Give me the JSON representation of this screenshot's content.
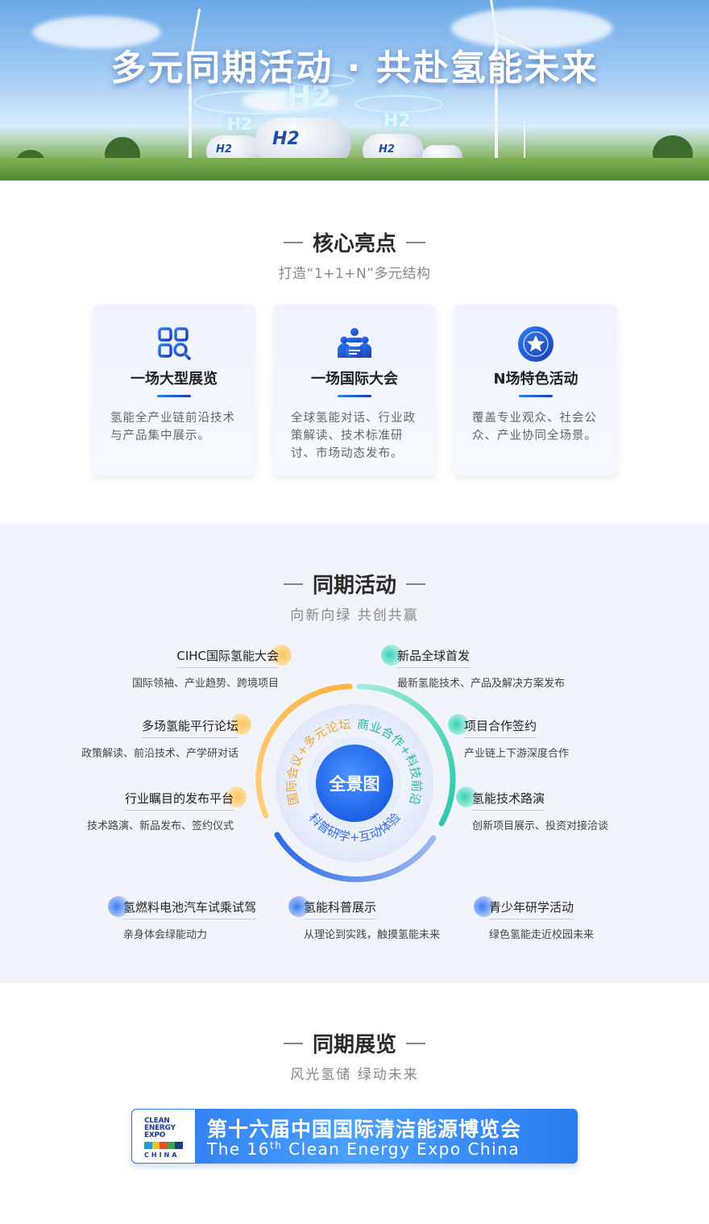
{
  "hero": {
    "title": "多元同期活动 · 共赴氢能未来",
    "h2_labels": [
      "H2",
      "H2",
      "H2",
      "H2",
      "H2",
      "H2"
    ]
  },
  "highlights": {
    "title": "核心亮点",
    "subtitle": "打造“1+1+N”多元结构",
    "cards": [
      {
        "icon": "grid-search-icon",
        "title": "一场大型展览",
        "text": "氢能全产业链前沿技术与产品集中展示。"
      },
      {
        "icon": "meeting-people-icon",
        "title": "一场国际大会",
        "text": "全球氢能对话、行业政策解读、技术标准研讨、市场动态发布。"
      },
      {
        "icon": "star-badge-icon",
        "title": "N场特色活动",
        "text": "覆盖专业观众、社会公众、产业协同全场景。"
      }
    ]
  },
  "activities": {
    "title": "同期活动",
    "subtitle": "向新向绿 共创共赢",
    "center_label": "全景图",
    "arc_labels": {
      "left": "国际会议+多元论坛",
      "right": "商业合作+科技前沿",
      "bottom": "科普研学+互动体验"
    },
    "items": [
      {
        "title": "CIHC国际氢能大会",
        "desc": "国际领袖、产业趋势、跨境项目"
      },
      {
        "title": "多场氢能平行论坛",
        "desc": "政策解读、前沿技术、产学研对话"
      },
      {
        "title": "行业瞩目的发布平台",
        "desc": "技术路演、新品发布、签约仪式"
      },
      {
        "title": "新品全球首发",
        "desc": "最新氢能技术、产品及解决方案发布"
      },
      {
        "title": "项目合作签约",
        "desc": "产业链上下游深度合作"
      },
      {
        "title": "氢能技术路演",
        "desc": "创新项目展示、投资对接洽谈"
      },
      {
        "title": "氢燃料电池汽车试乘试驾",
        "desc": "亲身体会绿能动力"
      },
      {
        "title": "氢能科普展示",
        "desc": "从理论到实践，触摸氢能未来"
      },
      {
        "title": "青少年研学活动",
        "desc": "绿色氢能走近校园未来"
      }
    ],
    "colors": {
      "orange": "#ffb547",
      "teal": "#34cdb2",
      "blue": "#3a72ef"
    }
  },
  "exhibition": {
    "title": "同期展览",
    "subtitle": "风光氢储 绿动未来",
    "logo_words": [
      "CLEAN",
      "ENERGY",
      "EXPO"
    ],
    "logo_country": "CHINA",
    "name_cn": "第十六届中国国际清洁能源博览会",
    "name_en_prefix": "The 16",
    "name_en_sup": "th",
    "name_en_suffix": " Clean Energy Expo China"
  }
}
